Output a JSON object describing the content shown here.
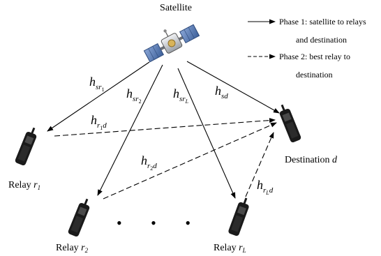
{
  "satellite": {
    "label": "Satellite",
    "icon": "satellite-icon"
  },
  "legend": {
    "phase1_line1": "Phase 1: satellite to relays",
    "phase1_line2": "and destination",
    "phase2_line1": "Phase 2: best relay to",
    "phase2_line2": "destination"
  },
  "nodes": {
    "relay1": {
      "prefix": "Relay",
      "var": "r",
      "sub": "1"
    },
    "relay2": {
      "prefix": "Relay",
      "var": "r",
      "sub": "2"
    },
    "relayL": {
      "prefix": "Relay",
      "var": "r",
      "sub": "L"
    },
    "destination": {
      "prefix": "Destination",
      "var": "d"
    }
  },
  "channels": {
    "h_sr1": {
      "base": "h",
      "sub_main": "sr",
      "sub_sub": "1"
    },
    "h_sr2": {
      "base": "h",
      "sub_main": "sr",
      "sub_sub": "2"
    },
    "h_srL": {
      "base": "h",
      "sub_main": "sr",
      "sub_sub": "L"
    },
    "h_sd": {
      "base": "h",
      "sub_main": "sd"
    },
    "h_r1d": {
      "base": "h",
      "sub_main": "r",
      "sub_sub": "1",
      "sub_tail": "d"
    },
    "h_r2d": {
      "base": "h",
      "sub_main": "r",
      "sub_sub": "2",
      "sub_tail": "d"
    },
    "h_rLd": {
      "base": "h",
      "sub_main": "r",
      "sub_sub": "L",
      "sub_tail": "d"
    }
  },
  "ellipsis": {
    "dots": "• • •"
  },
  "colors": {
    "ink": "#000000",
    "phone_body": "#1a1a1a",
    "panel_blue": "#5a7fb6",
    "satellite_body": "#c8ccd2"
  }
}
